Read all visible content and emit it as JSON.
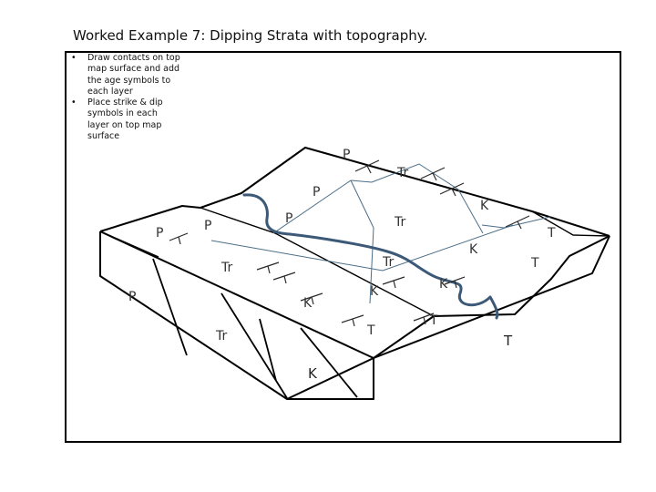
{
  "title": "Worked Example 7: Dipping Strata with topography.",
  "instructions": [
    {
      "bullet": "•",
      "text": "Draw contacts on top map surface and add the age symbols to each layer"
    },
    {
      "bullet": "•",
      "text": "Place strike & dip symbols in each layer on top map surface"
    }
  ],
  "labels": {
    "p_ridge_top": "P",
    "tr_ridge_top": "Tr",
    "p_mid_ridge": "P",
    "k_ridge_right": "K",
    "p_valley_left": "P",
    "p_left_ridge": "P",
    "p_valley": "P",
    "tr_valley_mid": "Tr",
    "t_far_right": "T",
    "tr_front_left": "Tr",
    "tr_front_mid": "Tr",
    "k_valley_mid": "K",
    "t_right_slope": "T",
    "p_front_face": "P",
    "k_front_left": "K",
    "k_center": "K",
    "k_right_center": "K",
    "t_river": "T",
    "tr_front_face": "Tr",
    "t_front": "T",
    "t_right_face": "T",
    "k_front_face": "K"
  }
}
